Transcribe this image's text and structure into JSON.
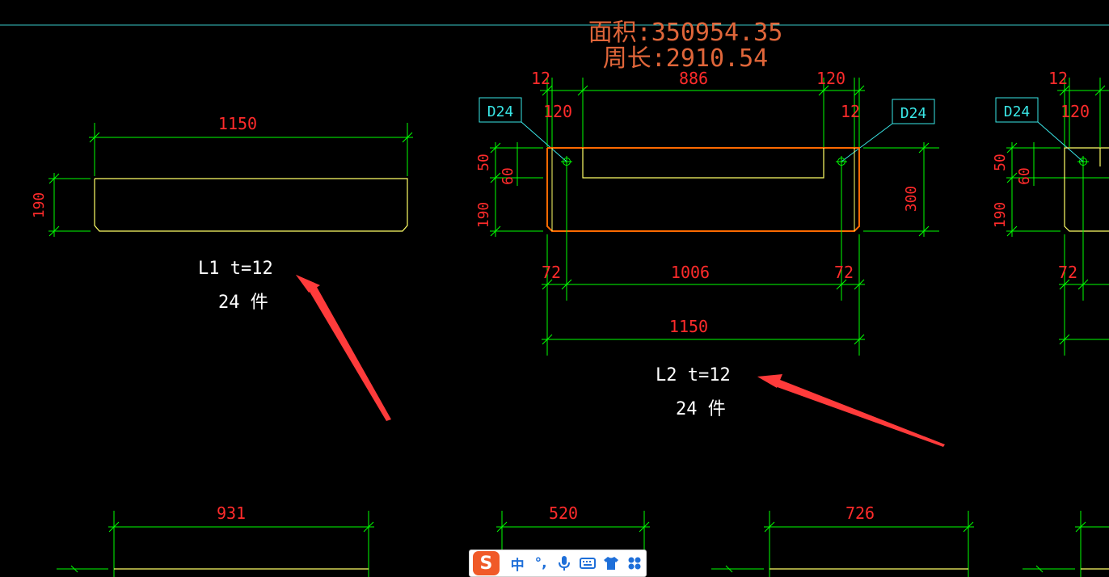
{
  "canvas": {
    "area_label": "面积:350954.35",
    "perimeter_label": "周长:2910.54",
    "colors": {
      "background": "#000000",
      "outline": "#ffff66",
      "dimension_line": "#00ff00",
      "dimension_text": "#ff2b2b",
      "selected_outline": "#ff6a00",
      "annotation_tag": "#39e6e6",
      "part_label": "#ffffff",
      "arrow": "#ff3b3b",
      "area_text": "#e0663a"
    }
  },
  "parts": {
    "l1": {
      "width_dim": "1150",
      "height_dim": "190",
      "label": "L1   t=12",
      "count": "24 件"
    },
    "l2": {
      "top_dims": [
        "12",
        "886",
        "120"
      ],
      "inner_top_dims": [
        "120",
        "12"
      ],
      "hole_tags": [
        "D24",
        "D24"
      ],
      "left_dims": [
        "50",
        "60",
        "190"
      ],
      "right_dim": "300",
      "bottom_dims": [
        "72",
        "1006",
        "72"
      ],
      "overall_dim": "1150",
      "label": "L2   t=12",
      "count": "24 件"
    },
    "l3_partial": {
      "top_dims": [
        "12",
        "120"
      ],
      "hole_tag": "D24",
      "left_dims": [
        "50",
        "60",
        "190"
      ],
      "bottom_dim": "72"
    },
    "bottom_row_dims": [
      "931",
      "520",
      "726"
    ]
  },
  "ime_toolbar": {
    "logo": "S",
    "items": [
      {
        "label": "中",
        "icon": "chinese-mode-icon"
      },
      {
        "label": "°,",
        "icon": "punctuation-icon"
      },
      {
        "label": "",
        "icon": "microphone-icon"
      },
      {
        "label": "",
        "icon": "keyboard-icon"
      },
      {
        "label": "",
        "icon": "skin-shirt-icon"
      },
      {
        "label": "",
        "icon": "toolbox-grid-icon"
      }
    ]
  }
}
